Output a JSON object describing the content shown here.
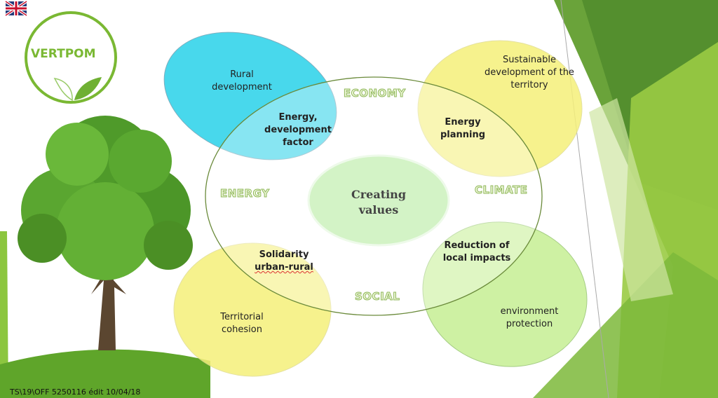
{
  "logo": {
    "name": "VERTPOM",
    "flag": "uk-flag"
  },
  "categories": {
    "economy": "ECONOMY",
    "energy": "ENERGY",
    "climate": "CLIMATE",
    "social": "SOCIAL"
  },
  "center": "Creating values",
  "outer": {
    "rural": "Rural development",
    "sustainable": "Sustainable development of the territory",
    "territorial": "Territorial cohesion",
    "environment": "environment protection"
  },
  "inner": {
    "energy_factor": "Energy, development factor",
    "energy_planning": "Energy planning",
    "solidarity_1": "Solidarity",
    "solidarity_2": "urban-rural",
    "reduction": "Reduction of local impacts"
  },
  "footer": "TS\\19\\OFF 5250116 édit 10/04/18",
  "colors": {
    "cyan": "#3fd6ec",
    "yellow": "#f5f07a",
    "green": "#c9f09a",
    "accent": "#7ab833"
  }
}
